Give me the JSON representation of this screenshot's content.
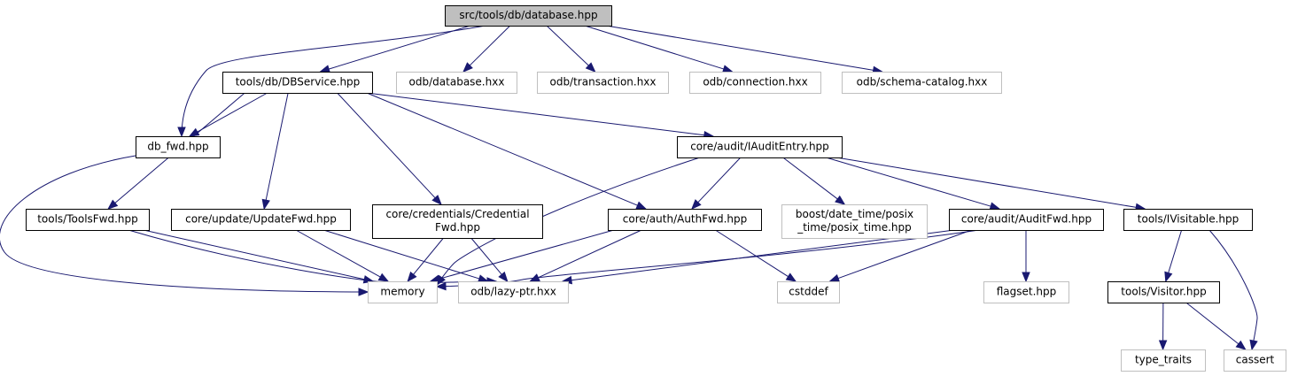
{
  "graph": {
    "colors": {
      "edge": "#191970",
      "root_fill": "#bfbfbf",
      "node_border": "#000000",
      "external_border": "#bfbfbf",
      "external_text": "#404040"
    },
    "nodes": [
      {
        "id": "root",
        "lines": [
          "src/tools/db/database.hpp"
        ],
        "kind": "root"
      },
      {
        "id": "dbservice",
        "lines": [
          "tools/db/DBService.hpp"
        ],
        "kind": "local"
      },
      {
        "id": "odb_database",
        "lines": [
          "odb/database.hxx"
        ],
        "kind": "external"
      },
      {
        "id": "odb_transaction",
        "lines": [
          "odb/transaction.hxx"
        ],
        "kind": "external"
      },
      {
        "id": "odb_connection",
        "lines": [
          "odb/connection.hxx"
        ],
        "kind": "external"
      },
      {
        "id": "odb_schema",
        "lines": [
          "odb/schema-catalog.hxx"
        ],
        "kind": "external"
      },
      {
        "id": "db_fwd",
        "lines": [
          "db_fwd.hpp"
        ],
        "kind": "local"
      },
      {
        "id": "iauditentry",
        "lines": [
          "core/audit/IAuditEntry.hpp"
        ],
        "kind": "local"
      },
      {
        "id": "toolsfwd",
        "lines": [
          "tools/ToolsFwd.hpp"
        ],
        "kind": "local"
      },
      {
        "id": "updatefwd",
        "lines": [
          "core/update/UpdateFwd.hpp"
        ],
        "kind": "local"
      },
      {
        "id": "credfwd",
        "lines": [
          "core/credentials/Credential",
          "Fwd.hpp"
        ],
        "kind": "local"
      },
      {
        "id": "authfwd",
        "lines": [
          "core/auth/AuthFwd.hpp"
        ],
        "kind": "local"
      },
      {
        "id": "posix_time",
        "lines": [
          "boost/date_time/posix",
          "_time/posix_time.hpp"
        ],
        "kind": "external"
      },
      {
        "id": "auditfwd",
        "lines": [
          "core/audit/AuditFwd.hpp"
        ],
        "kind": "local"
      },
      {
        "id": "ivisitable",
        "lines": [
          "tools/IVisitable.hpp"
        ],
        "kind": "local"
      },
      {
        "id": "memory",
        "lines": [
          "memory"
        ],
        "kind": "external"
      },
      {
        "id": "lazyptr",
        "lines": [
          "odb/lazy-ptr.hxx"
        ],
        "kind": "external"
      },
      {
        "id": "cstddef",
        "lines": [
          "cstddef"
        ],
        "kind": "external"
      },
      {
        "id": "flagset",
        "lines": [
          "flagset.hpp"
        ],
        "kind": "external"
      },
      {
        "id": "visitor",
        "lines": [
          "tools/Visitor.hpp"
        ],
        "kind": "local"
      },
      {
        "id": "type_traits",
        "lines": [
          "type_traits"
        ],
        "kind": "external"
      },
      {
        "id": "cassert",
        "lines": [
          "cassert"
        ],
        "kind": "external"
      }
    ],
    "edges": [
      {
        "from": "root",
        "to": "dbservice"
      },
      {
        "from": "root",
        "to": "odb_database"
      },
      {
        "from": "root",
        "to": "odb_transaction"
      },
      {
        "from": "root",
        "to": "odb_connection"
      },
      {
        "from": "root",
        "to": "odb_schema"
      },
      {
        "from": "root",
        "to": "db_fwd"
      },
      {
        "from": "dbservice",
        "to": "db_fwd"
      },
      {
        "from": "dbservice",
        "to": "iauditentry"
      },
      {
        "from": "dbservice",
        "to": "toolsfwd"
      },
      {
        "from": "dbservice",
        "to": "updatefwd"
      },
      {
        "from": "dbservice",
        "to": "credfwd"
      },
      {
        "from": "dbservice",
        "to": "authfwd"
      },
      {
        "from": "db_fwd",
        "to": "memory"
      },
      {
        "from": "iauditentry",
        "to": "memory"
      },
      {
        "from": "iauditentry",
        "to": "authfwd"
      },
      {
        "from": "iauditentry",
        "to": "posix_time"
      },
      {
        "from": "iauditentry",
        "to": "auditfwd"
      },
      {
        "from": "iauditentry",
        "to": "ivisitable"
      },
      {
        "from": "toolsfwd",
        "to": "memory"
      },
      {
        "from": "toolsfwd",
        "to": "lazyptr"
      },
      {
        "from": "updatefwd",
        "to": "memory"
      },
      {
        "from": "updatefwd",
        "to": "lazyptr"
      },
      {
        "from": "credfwd",
        "to": "memory"
      },
      {
        "from": "credfwd",
        "to": "lazyptr"
      },
      {
        "from": "authfwd",
        "to": "memory"
      },
      {
        "from": "authfwd",
        "to": "lazyptr"
      },
      {
        "from": "authfwd",
        "to": "cstddef"
      },
      {
        "from": "auditfwd",
        "to": "memory"
      },
      {
        "from": "auditfwd",
        "to": "lazyptr"
      },
      {
        "from": "auditfwd",
        "to": "cstddef"
      },
      {
        "from": "auditfwd",
        "to": "flagset"
      },
      {
        "from": "ivisitable",
        "to": "visitor"
      },
      {
        "from": "ivisitable",
        "to": "cassert"
      },
      {
        "from": "visitor",
        "to": "type_traits"
      },
      {
        "from": "visitor",
        "to": "cassert"
      }
    ]
  }
}
